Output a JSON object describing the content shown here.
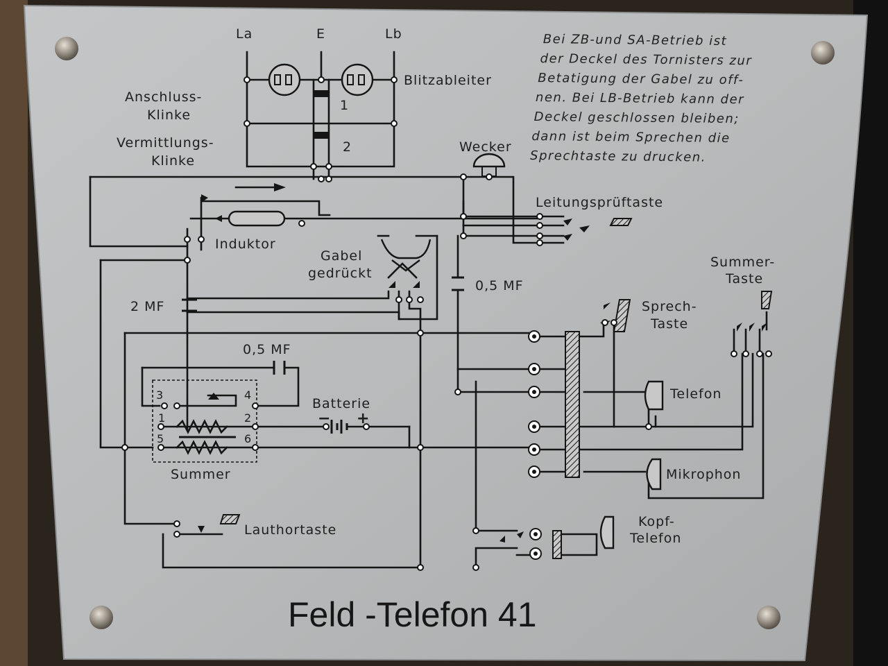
{
  "plate": {
    "title": "Feld -Telefon 41",
    "colors": {
      "plate": "#b7b9ba",
      "ink": "#151515",
      "background": "#2a241c"
    }
  },
  "terminals": {
    "la": "La",
    "e": "E",
    "lb": "Lb"
  },
  "labels": {
    "blitzableiter": "Blitzableiter",
    "anschluss_line1": "Anschluss-",
    "anschluss_line2": "Klinke",
    "vermittlungs_line1": "Vermittlungs-",
    "vermittlungs_line2": "Klinke",
    "contact_1": "1",
    "contact_2": "2",
    "wecker": "Wecker",
    "leitungsprueftaste": "Leitungsprüftaste",
    "induktor": "Induktor",
    "gabel_line1": "Gabel",
    "gabel_line2": "gedrückt",
    "cap_05_a": "0,5 MF",
    "cap_2": "2 MF",
    "summer_taste_line1": "Summer-",
    "summer_taste_line2": "Taste",
    "sprech_line1": "Sprech-",
    "sprech_line2": "Taste",
    "cap_05_b": "0,5 MF",
    "batterie": "Batterie",
    "bat_minus": "−",
    "bat_plus": "+",
    "telefon": "Telefon",
    "mikrophon": "Mikrophon",
    "summer": "Summer",
    "kopf_line1": "Kopf-",
    "kopf_line2": "Telefon",
    "lauthortaste": "Lauthortaste",
    "summer_terminals": [
      "3",
      "4",
      "1",
      "2",
      "5",
      "6"
    ]
  },
  "note_lines": [
    "Bei ZB-und SA-Betrieb ist",
    "der Deckel des Tornisters zur",
    "Betatigung der Gabel zu off-",
    "nen. Bei LB-Betrieb kann der",
    "Deckel geschlossen bleiben;",
    "dann ist beim Sprechen die",
    "Sprechtaste zu drucken."
  ]
}
